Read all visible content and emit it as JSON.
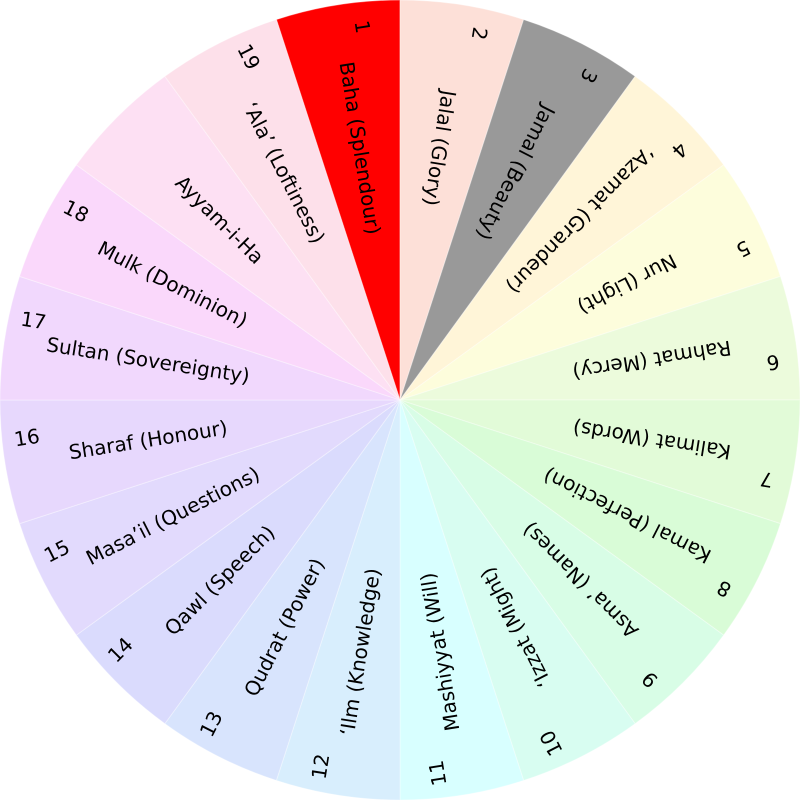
{
  "segments": [
    {
      "number": "1",
      "name": "Baha (Splendour)",
      "color": "#ff0000"
    },
    {
      "number": "2",
      "name": "Jalal (Glory)",
      "color": "#fde0d8"
    },
    {
      "number": "3",
      "name": "Jamal (Beauty)",
      "color": "#999999"
    },
    {
      "number": "4",
      "name": "‘Azamat (Grandeur)",
      "color": "#fff5d8"
    },
    {
      "number": "5",
      "name": "Nur (Light)",
      "color": "#fdfddc"
    },
    {
      "number": "6",
      "name": "Rahmat (Mercy)",
      "color": "#ecfbdc"
    },
    {
      "number": "7",
      "name": "Kalimat (Words)",
      "color": "#e2fbd8"
    },
    {
      "number": "8",
      "name": "Kamal (Perfection)",
      "color": "#d9fcd7"
    },
    {
      "number": "9",
      "name": "Asma’ (Names)",
      "color": "#d8fde6"
    },
    {
      "number": "10",
      "name": "‘Izzat (Might)",
      "color": "#d8fdf1"
    },
    {
      "number": "11",
      "name": "Mashiyyat (Will)",
      "color": "#d8ffff"
    },
    {
      "number": "12",
      "name": "‘Ilm (Knowledge)",
      "color": "#d8eefd"
    },
    {
      "number": "13",
      "name": "Qudrat (Power)",
      "color": "#d8e4fd"
    },
    {
      "number": "14",
      "name": "Qawl (Speech)",
      "color": "#dadbfd"
    },
    {
      "number": "15",
      "name": "Masa’il (Questions)",
      "color": "#e2dafd"
    },
    {
      "number": "16",
      "name": "Sharaf (Honour)",
      "color": "#e7d8fd"
    },
    {
      "number": "17",
      "name": "Sultan (Sovereignty)",
      "color": "#f1d8fd"
    },
    {
      "number": "18",
      "name": "Mulk (Dominion)",
      "color": "#fad8fb"
    },
    {
      "number": "",
      "name": "Ayyam-i-Ha",
      "color": "#fde0f3"
    },
    {
      "number": "19",
      "name": "‘Ala’ (Loftiness)",
      "color": "#fde0ea"
    }
  ]
}
